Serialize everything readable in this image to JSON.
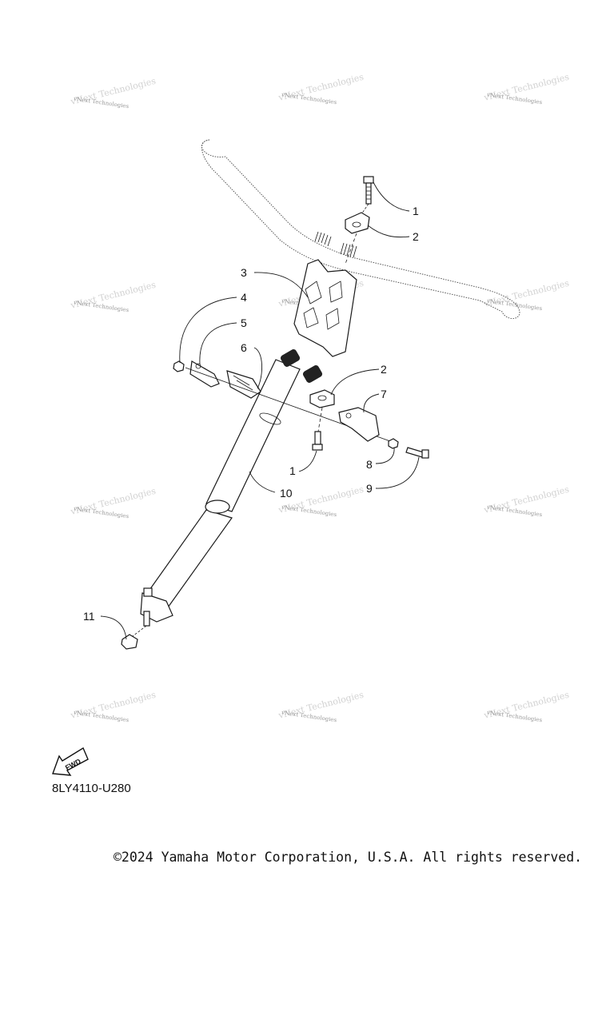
{
  "watermark_text": "vNext Technologies",
  "watermark_count": 12,
  "callouts": [
    "1",
    "2",
    "3",
    "4",
    "5",
    "6",
    "2",
    "7",
    "1",
    "8",
    "9",
    "10",
    "11"
  ],
  "fwd_label": "FWD",
  "diagram_code": "8LY4110-U280",
  "copyright": "©2024 Yamaha Motor Corporation, U.S.A. All rights reserved."
}
